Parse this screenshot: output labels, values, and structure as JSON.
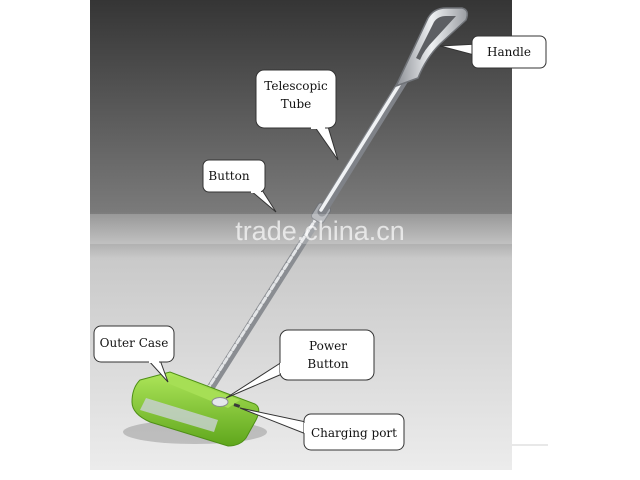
{
  "watermark": "trade.china.cn",
  "labels": {
    "handle": "Handle",
    "tube_line1": "Telescopic",
    "tube_line2": "Tube",
    "button": "Button",
    "outer_case": "Outer Case",
    "power_line1": "Power",
    "power_line2": "Button",
    "charging_port": "Charging port"
  },
  "colors": {
    "body_green": "#8fd43a",
    "steel": "#c8cbd0",
    "background_dark": "#3e3e3e",
    "background_light": "#e6e6e6"
  }
}
